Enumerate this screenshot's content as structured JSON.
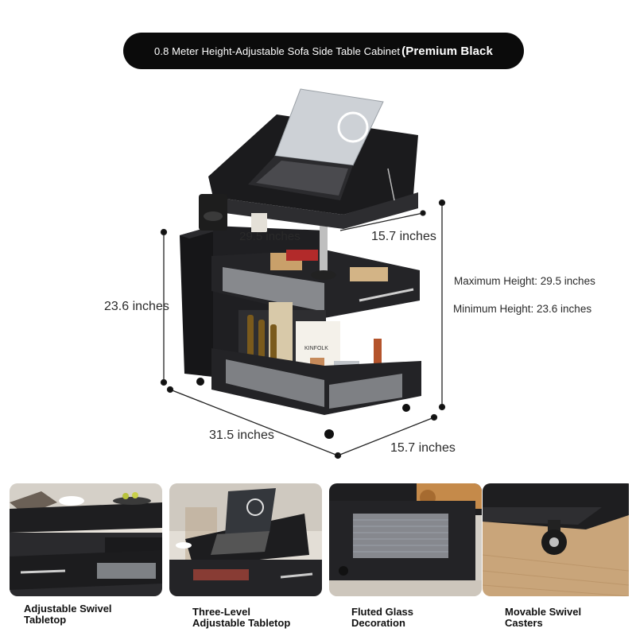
{
  "title": {
    "main": "0.8 Meter Height-Adjustable Sofa Side Table Cabinet",
    "suffix": "(Premium Black"
  },
  "dimensions": {
    "height_left": "23.6 inches",
    "top_width_hidden": "29.5 inches",
    "top_depth": "15.7 inches",
    "base_width": "31.5 inches",
    "base_depth": "15.7 inches",
    "max_height": "Maximum Height: 29.5 inches",
    "min_height": "Minimum Height: 23.6 inches"
  },
  "product_labels": {
    "book_title": "KINFOLK"
  },
  "features": [
    {
      "line1": "Adjustable Swivel",
      "line2": "Tabletop"
    },
    {
      "line1": "Three-Level",
      "line2": "Adjustable Tabletop"
    },
    {
      "line1": "Fluted Glass",
      "line2": "Decoration"
    },
    {
      "line1": "Movable Swivel",
      "line2": "Casters"
    }
  ],
  "colors": {
    "cabinet": "#1c1c1e",
    "accent": "#0b0b0b",
    "wood_floor": "#c9a57a"
  }
}
